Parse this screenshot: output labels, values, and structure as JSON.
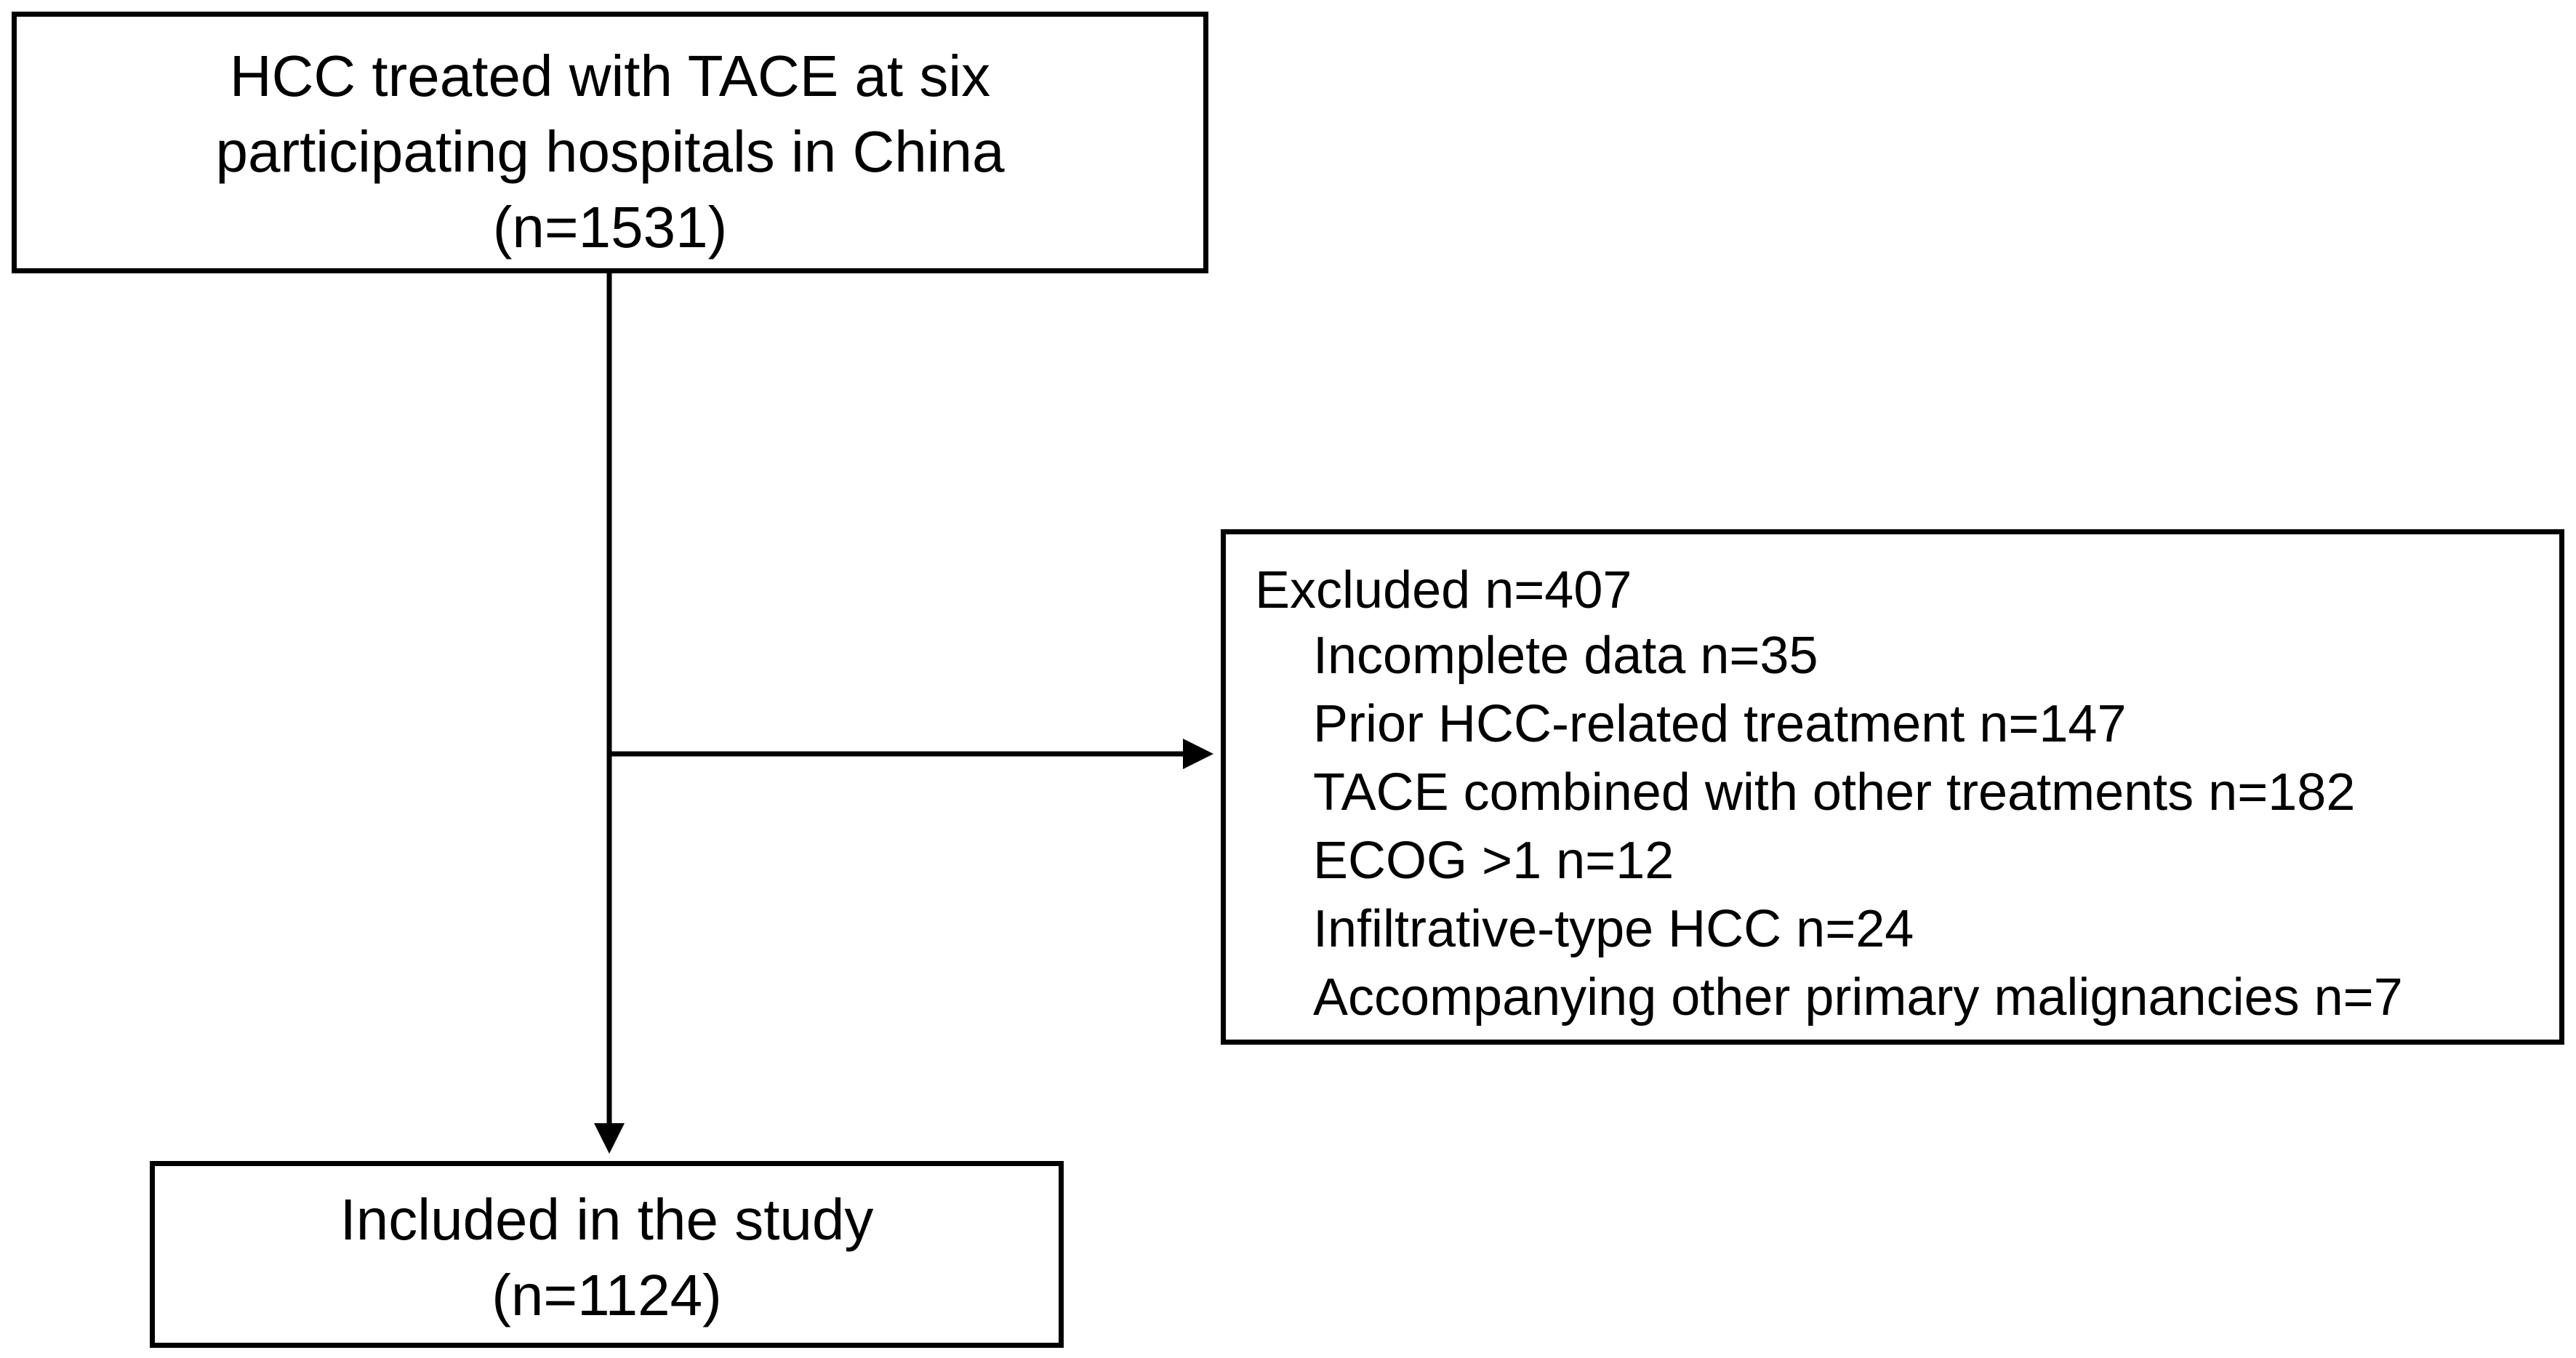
{
  "flowchart": {
    "top_box": {
      "lines": [
        "HCC treated with TACE at six",
        "participating hospitals in China",
        "(n=1531)"
      ]
    },
    "excluded_box": {
      "header": "Excluded  n=407",
      "reasons": [
        "Incomplete  data  n=35",
        "Prior  HCC-related  treatment  n=147",
        "TACE  combined  with  other  treatments  n=182",
        "ECOG  >1  n=12",
        "Infiltrative-type  HCC  n=24",
        "Accompanying  other  primary  malignancies  n=7"
      ]
    },
    "bottom_box": {
      "lines": [
        "Included in the study",
        "(n=1124)"
      ]
    }
  },
  "colors": {
    "stroke": "#000000",
    "background": "#ffffff"
  }
}
